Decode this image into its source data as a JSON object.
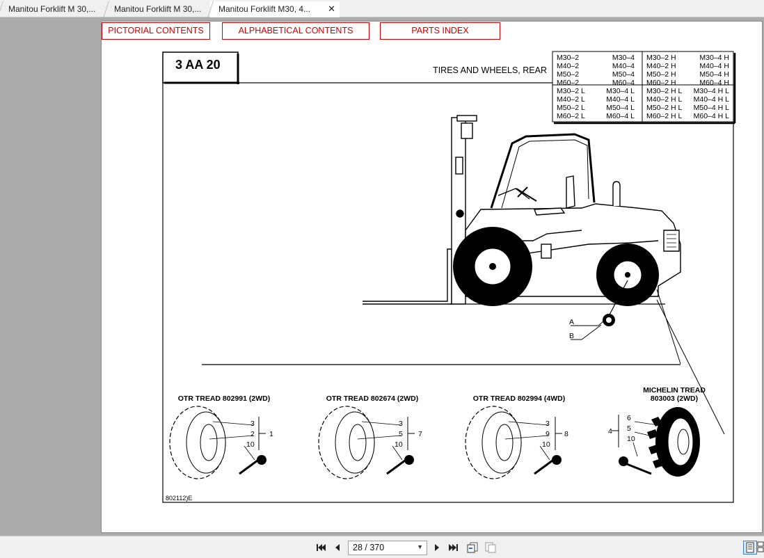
{
  "tabs": [
    {
      "label": "Manitou Forklift M 30,...",
      "active": false
    },
    {
      "label": "Manitou Forklift M 30,...",
      "active": false
    },
    {
      "label": "Manitou Forklift M30, 4...",
      "active": true
    }
  ],
  "tab_close_glyph": "✕",
  "nav_buttons": {
    "pictorial": "PICTORIAL CONTENTS",
    "alphabetical": "ALPHABETICAL CONTENTS",
    "parts_index": "PARTS INDEX"
  },
  "document": {
    "section_code": "3 AA 20",
    "section_title": "TIRES AND WHEELS, REAR",
    "model_table": {
      "top_left": [
        "M30–2",
        "M40–2",
        "M50–2",
        "M60–2"
      ],
      "top_mid": [
        "M30–4",
        "M40–4",
        "M50–4",
        "M60–4"
      ],
      "top_right_a": [
        "M30–2 H",
        "M40–2 H",
        "M50–2 H",
        "M60–2 H"
      ],
      "top_right_b": [
        "M30–4 H",
        "M40–4 H",
        "M50–4 H",
        "M60–4 H"
      ],
      "bot_left": [
        "M30–2 L",
        "M40–2 L",
        "M50–2 L",
        "M60–2 L"
      ],
      "bot_mid": [
        "M30–4 L",
        "M40–4 L",
        "M50–4 L",
        "M60–4 L"
      ],
      "bot_right_a": [
        "M30–2 H L",
        "M40–2 H L",
        "M50–2 H L",
        "M60–2 H L"
      ],
      "bot_right_b": [
        "M30–4 H L",
        "M40–4 H L",
        "M50–4 H L",
        "M60–4 H L"
      ]
    },
    "callouts_ab": [
      "A",
      "B"
    ],
    "treads": [
      {
        "title": "OTR TREAD 802991 (2WD)",
        "labels": [
          "3",
          "2",
          "10"
        ],
        "group": "1"
      },
      {
        "title": "OTR TREAD 802674 (2WD)",
        "labels": [
          "3",
          "5",
          "10"
        ],
        "group": "7"
      },
      {
        "title": "OTR TREAD 802994 (4WD)",
        "labels": [
          "3",
          "9",
          "10"
        ],
        "group": "8"
      },
      {
        "title_line1": "MICHELIN TREAD",
        "title_line2": "803003 (2WD)",
        "labels": [
          "6",
          "5",
          "10"
        ],
        "group": "4"
      }
    ],
    "footer_code": "802112)E"
  },
  "toolbar": {
    "page_display": "28 / 370",
    "icons": [
      "first-page-icon",
      "previous-page-icon",
      "next-page-icon",
      "last-page-icon",
      "go-back-view-icon",
      "go-forward-view-icon",
      "single-page-view-icon",
      "continuous-view-icon"
    ]
  }
}
